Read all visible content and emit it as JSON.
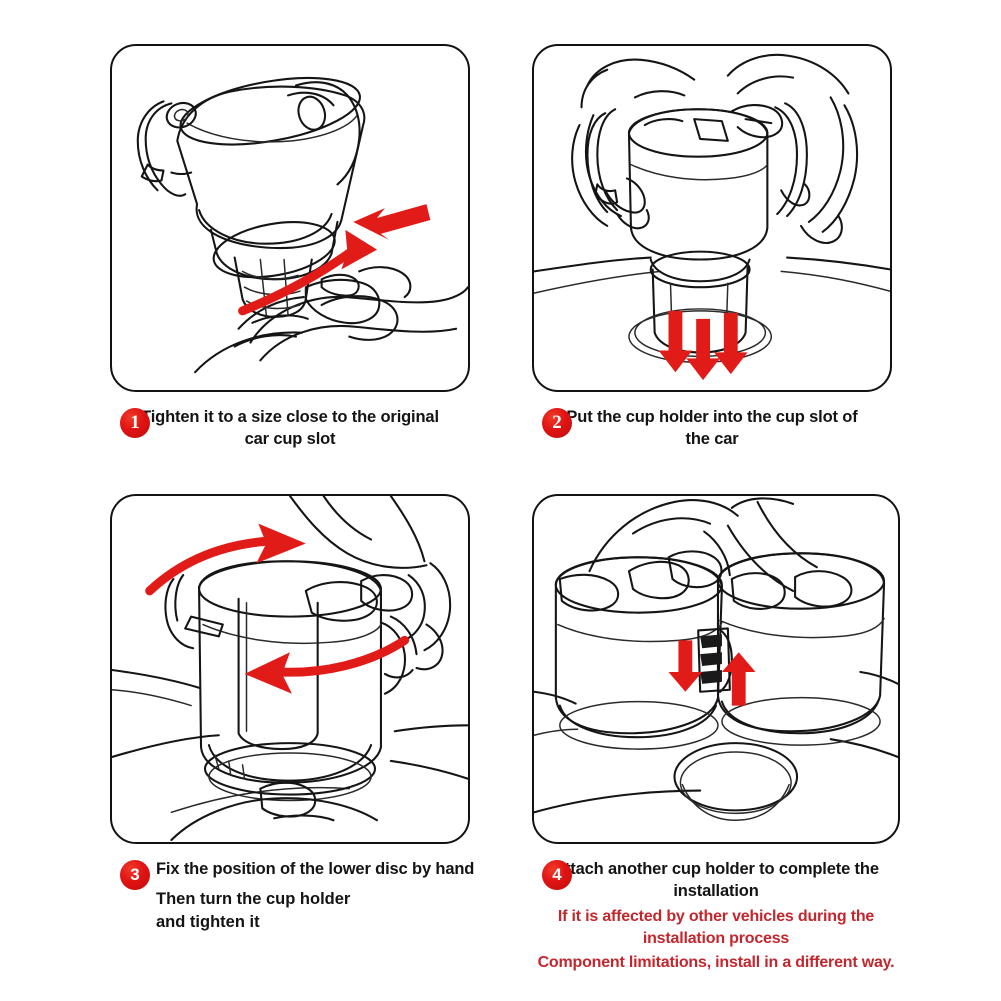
{
  "document": {
    "type": "installation-instructions",
    "subject": "car cup holder expander",
    "background_color": "#ffffff",
    "accent_color": "#e01313",
    "warning_color": "#c2272d",
    "ink_color": "#151515"
  },
  "steps": [
    {
      "number": "1",
      "caption": "Tighten it to a size close to the original car cup slot",
      "panel": {
        "name": "twist-base-panel",
        "description": "Hand twisting the threaded base of the cup holder",
        "arrows": [
          {
            "type": "curved",
            "direction": "clockwise-front",
            "color": "#e11b18"
          },
          {
            "type": "straight",
            "direction": "left",
            "color": "#e11b18"
          }
        ]
      }
    },
    {
      "number": "2",
      "caption": "Put the cup holder into the cup slot of the car",
      "panel": {
        "name": "insert-into-slot-panel",
        "description": "Two hands lowering the cup holder into the car cup slot",
        "arrows": [
          {
            "type": "straight",
            "direction": "down",
            "color": "#e11b18"
          },
          {
            "type": "straight",
            "direction": "down",
            "color": "#e11b18"
          },
          {
            "type": "straight",
            "direction": "down",
            "color": "#e11b18"
          }
        ]
      }
    },
    {
      "number": "3",
      "caption_line1": "Fix the position of the lower disc by hand",
      "caption_line2": "Then turn the cup holder",
      "caption_line3": "and tighten it",
      "panel": {
        "name": "rotate-holder-panel",
        "description": "Hand holding the lower disc while rotating the cup holder",
        "arrows": [
          {
            "type": "curved",
            "direction": "right",
            "color": "#e11b18"
          },
          {
            "type": "curved",
            "direction": "left",
            "color": "#e11b18"
          }
        ]
      }
    },
    {
      "number": "4",
      "caption_line1": "Attach another cup holder to complete the installation",
      "warning_line1": "If it is affected by other vehicles during the installation process",
      "warning_line2": "Component limitations, install in a different way.",
      "panel": {
        "name": "attach-second-holder-panel",
        "description": "Two cup holders being clipped together above an empty car cup slot",
        "arrows": [
          {
            "type": "straight",
            "direction": "down",
            "color": "#e11b18"
          },
          {
            "type": "straight",
            "direction": "up",
            "color": "#e11b18"
          }
        ]
      }
    }
  ]
}
